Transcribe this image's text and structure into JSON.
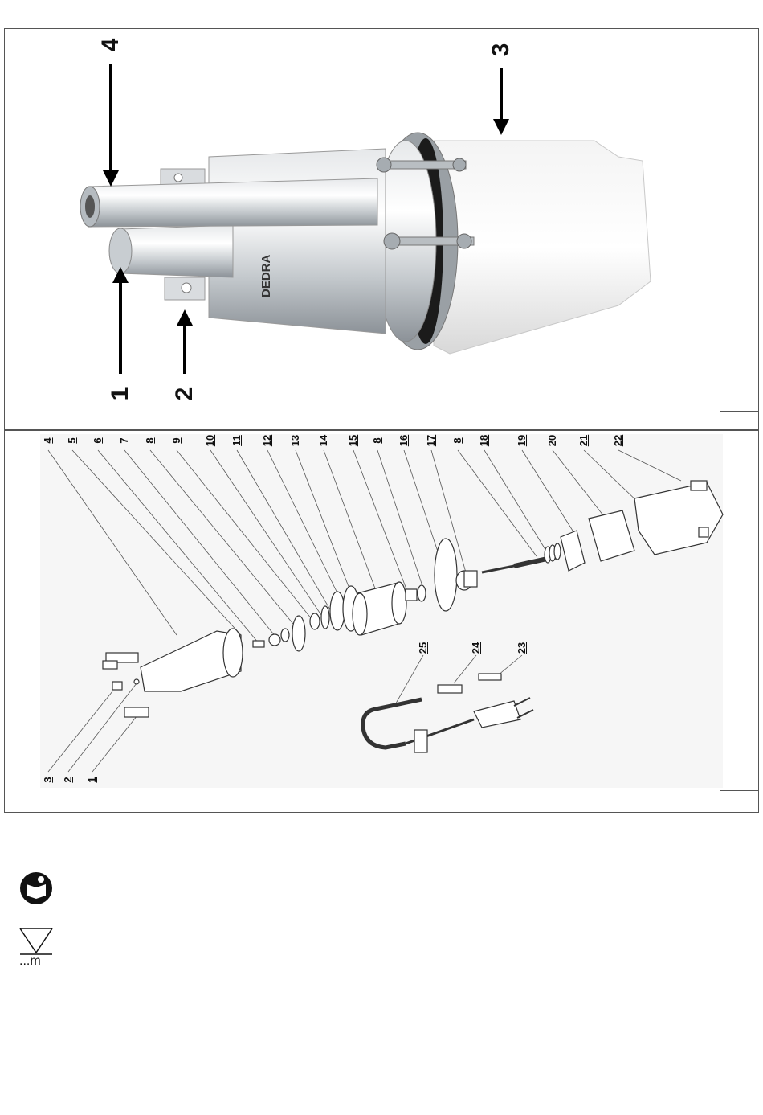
{
  "figure1": {
    "callouts": [
      "1",
      "2",
      "3",
      "4"
    ],
    "brand": "DEDRA"
  },
  "figure2": {
    "parts_top": [
      "4",
      "5",
      "6",
      "7",
      "8",
      "9",
      "10",
      "11",
      "12",
      "13",
      "14",
      "15",
      "8",
      "16",
      "17",
      "8",
      "18",
      "19",
      "20",
      "21",
      "22"
    ],
    "parts_bottom_left": [
      "3",
      "2",
      "1"
    ],
    "parts_cable": [
      "25",
      "24",
      "23"
    ]
  },
  "icons": {
    "manual": "read-manual-icon",
    "depth": "depth-triangle-icon",
    "depth_label": "...m"
  }
}
